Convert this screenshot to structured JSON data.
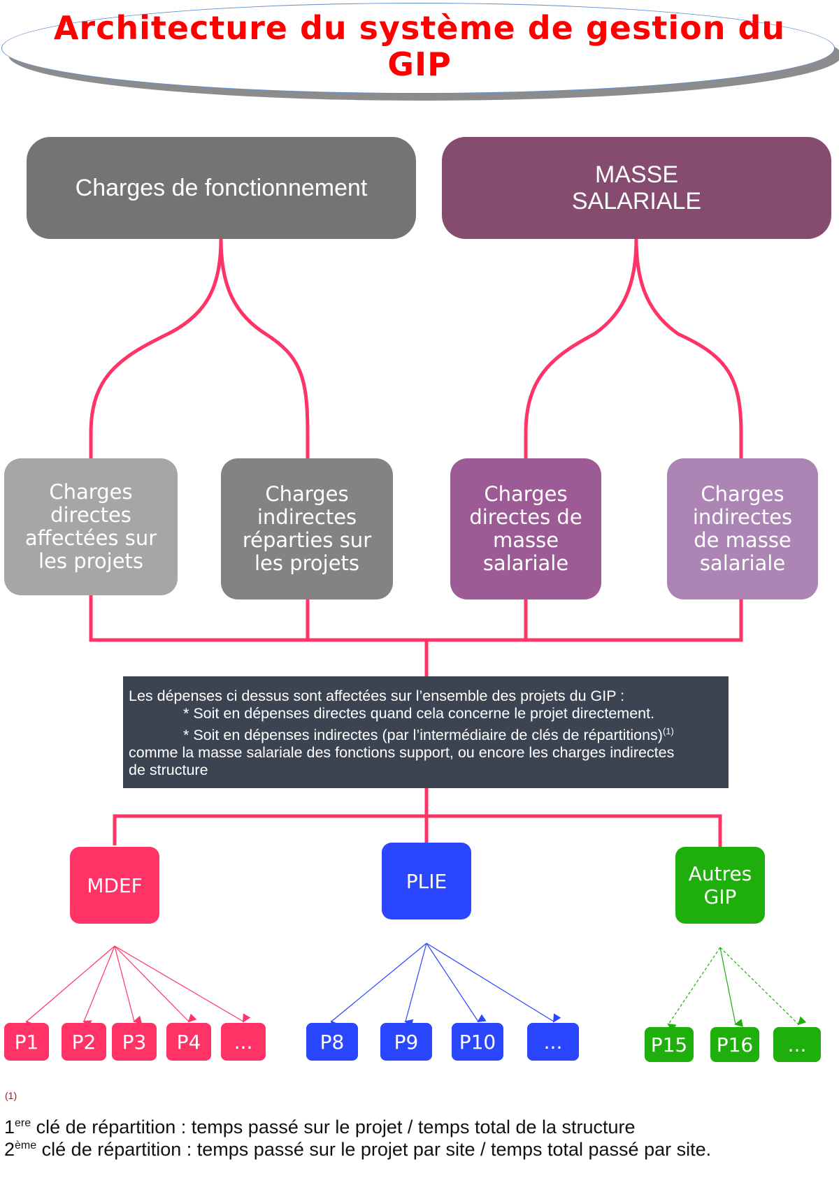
{
  "title": "Architecture du système de gestion du GIP",
  "top_boxes": [
    {
      "label": "Charges de fonctionnement",
      "color": "#747474"
    },
    {
      "label": "MASSE SALARIALE",
      "color": "#854c70"
    }
  ],
  "mid_boxes": [
    {
      "label": "Charges directes affectées sur les projets",
      "color": "#a6a6a6"
    },
    {
      "label": "Charges indirectes réparties sur les projets",
      "color": "#838383"
    },
    {
      "label": "Charges directes de masse salariale",
      "color": "#9c5b95"
    },
    {
      "label": "Charges indirectes de masse salariale",
      "color": "#ad85b5"
    }
  ],
  "info": {
    "line1": "Les dépenses ci dessus sont affectées sur l’ensemble des projets du GIP :",
    "line2": "* Soit en dépenses directes quand cela concerne le projet directement.",
    "line3": "* Soit en dépenses indirectes (par l’intermédiaire de clés de répartitions)",
    "line3_sup": "(1)",
    "line4": "comme la masse salariale des fonctions support, ou encore les charges indirectes",
    "line5": "de structure"
  },
  "categories": [
    {
      "label": "MDEF",
      "color": "#ff3366"
    },
    {
      "label": "PLIE",
      "color": "#2b46ff"
    },
    {
      "label": "Autres GIP",
      "color": "#1faf0c"
    }
  ],
  "projects": {
    "mdef": [
      "P1",
      "P2",
      "P3",
      "P4",
      "..."
    ],
    "plie": [
      "P8",
      "P9",
      "P10",
      "..."
    ],
    "autres": [
      "P15",
      "P16",
      "..."
    ]
  },
  "connector_color": "#ff3366",
  "footnote": {
    "mark": "(1)",
    "line1_num": "1",
    "line1_sup": "ere",
    "line1_text": " clé de répartition : temps passé sur le projet / temps total de la structure",
    "line2_num": "2",
    "line2_sup": "ème",
    "line2_text": " clé de répartition : temps passé sur le projet par site / temps total passé par site."
  }
}
